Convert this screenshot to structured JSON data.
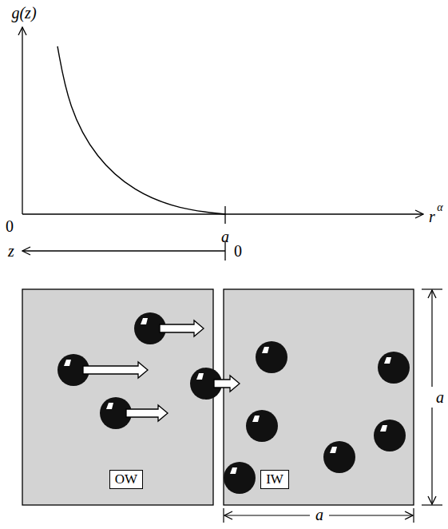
{
  "diagram": {
    "nodes": [
      {
        "text": [
          "OW"
        ]
      },
      {
        "text": [
          "IW"
        ]
      }
    ],
    "labels": [
      "g(z)",
      "0",
      "a",
      "r",
      "α",
      "z",
      "0",
      "a",
      "a"
    ]
  }
}
